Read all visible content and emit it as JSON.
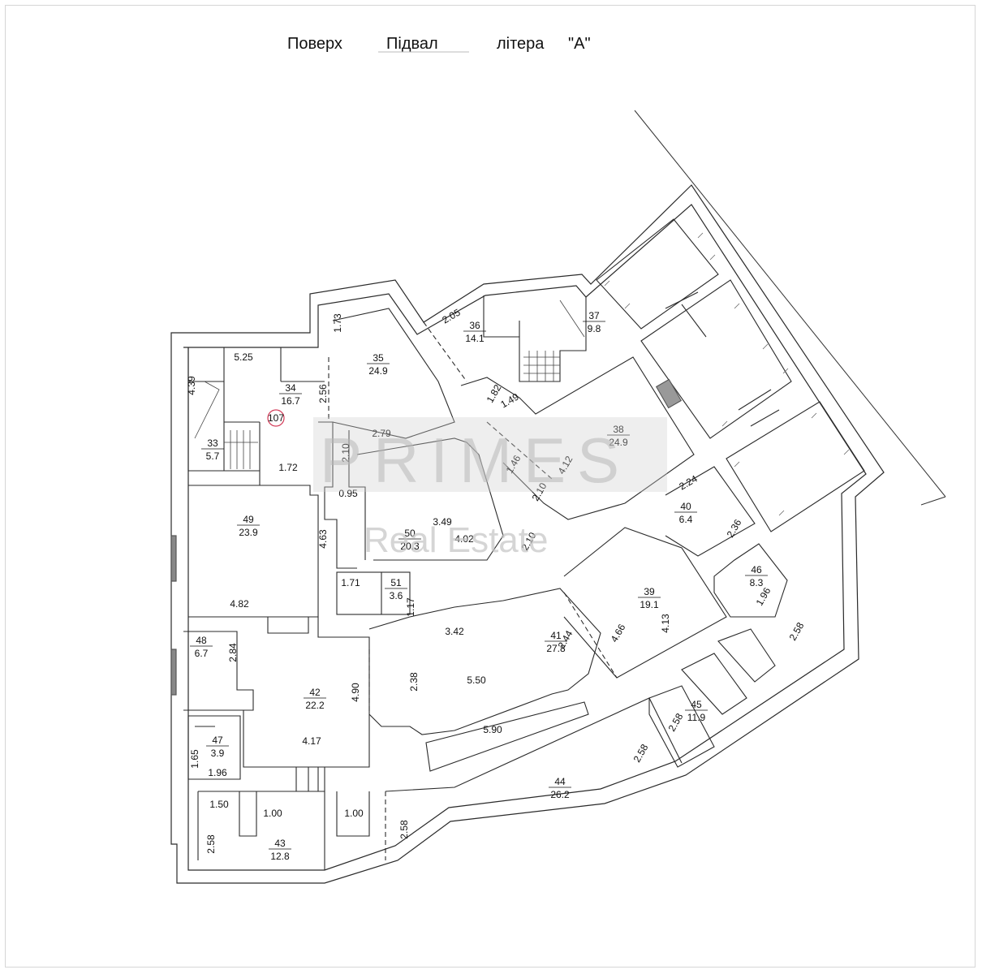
{
  "header": {
    "floor_label": "Поверх",
    "floor_value": "Підвал",
    "letter_label": "літера",
    "letter_value": "\"А\""
  },
  "watermark": {
    "brand": "PRIMES",
    "subtitle": "Real Estate"
  },
  "stamp": {
    "text": "107",
    "color": "#d23a57"
  },
  "rooms": [
    {
      "id": "33",
      "area": "5.7"
    },
    {
      "id": "34",
      "area": "16.7"
    },
    {
      "id": "35",
      "area": "24.9"
    },
    {
      "id": "36",
      "area": "14.1"
    },
    {
      "id": "37",
      "area": "9.8"
    },
    {
      "id": "38",
      "area": "24.9"
    },
    {
      "id": "39",
      "area": "19.1"
    },
    {
      "id": "40",
      "area": "6.4"
    },
    {
      "id": "41",
      "area": "27.8"
    },
    {
      "id": "42",
      "area": "22.2"
    },
    {
      "id": "43",
      "area": "12.8"
    },
    {
      "id": "44",
      "area": "26.2"
    },
    {
      "id": "45",
      "area": "11.9"
    },
    {
      "id": "46",
      "area": "8.3"
    },
    {
      "id": "47",
      "area": "3.9"
    },
    {
      "id": "48",
      "area": "6.7"
    },
    {
      "id": "49",
      "area": "23.9"
    },
    {
      "id": "50",
      "area": "20.3"
    },
    {
      "id": "51",
      "area": "3.6"
    }
  ],
  "dimensions": [
    "5.25",
    "4.39",
    "2.56",
    "1.73",
    "1.72",
    "2.10",
    "2.79",
    "0.95",
    "4.63",
    "4.82",
    "2.05",
    "1.82",
    "1.49",
    "1.46",
    "2.10",
    "4.12",
    "3.49",
    "4.02",
    "2.10",
    "1.71",
    "1.17",
    "2.24",
    "2.36",
    "1.96",
    "2.58",
    "4.66",
    "4.13",
    "3.42",
    "2.44",
    "2.38",
    "5.50",
    "2.84",
    "4.90",
    "4.17",
    "1.65",
    "1.96",
    "2.58",
    "2.58",
    "5.90",
    "1.50",
    "1.00",
    "1.00",
    "2.58",
    "2.58"
  ]
}
